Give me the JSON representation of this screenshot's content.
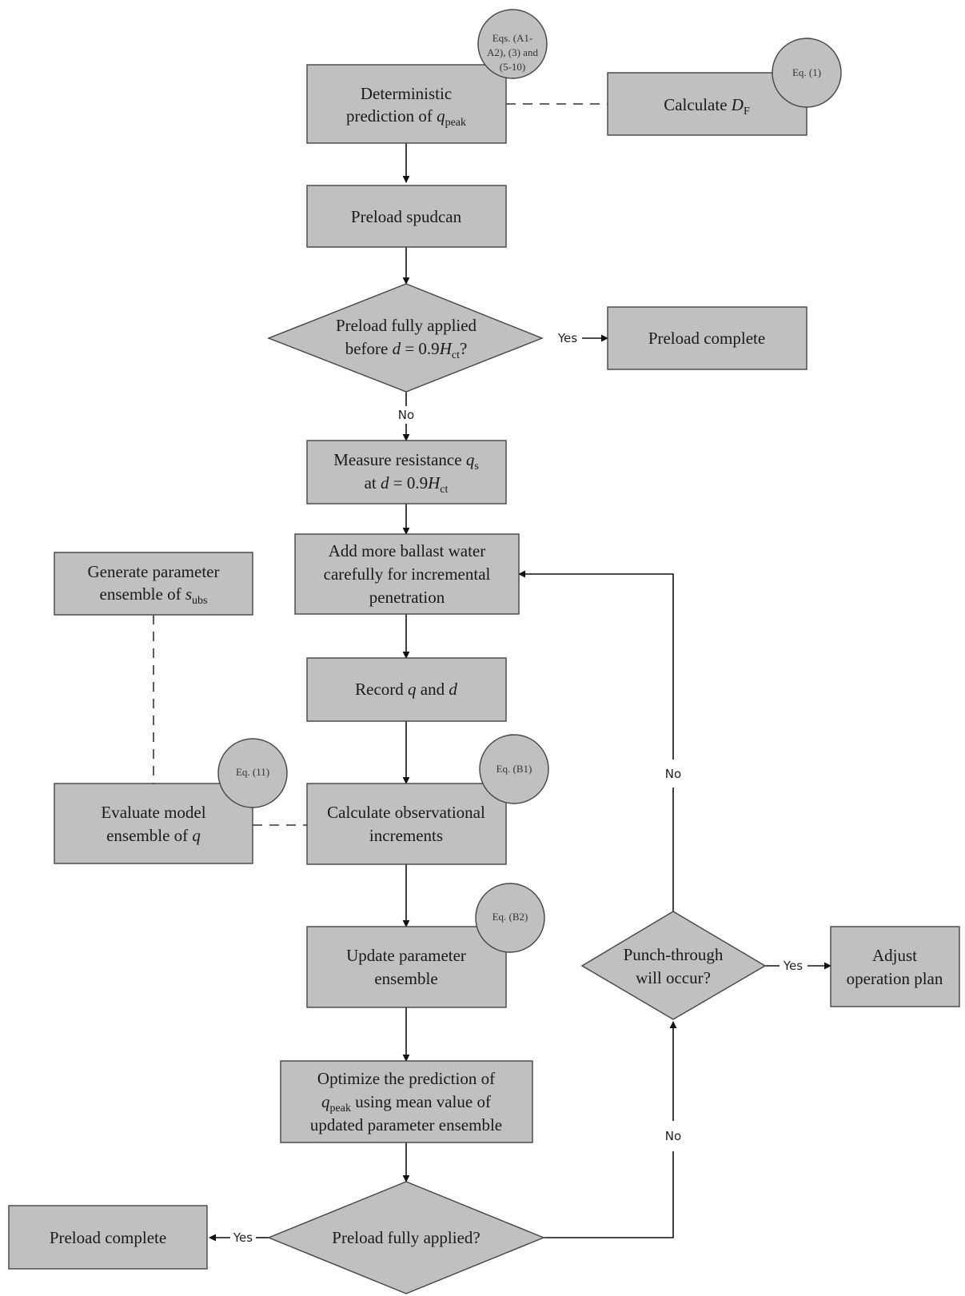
{
  "colors": {
    "box_fill": "#c0c0c0",
    "stroke": "#444444",
    "edge": "#111111",
    "text": "#1a1a1a"
  },
  "nodes": {
    "deterministic": {
      "line1": "Deterministic",
      "line2_a": "prediction of ",
      "line2_var": "q",
      "line2_sub": "peak"
    },
    "calc_df": {
      "text": "Calculate ",
      "var": "D",
      "sub": "F"
    },
    "preload_spudcan": {
      "text": "Preload spudcan"
    },
    "decision_top": {
      "line1": "Preload fully applied",
      "line2_a": "before ",
      "line2_var1": "d",
      "line2_b": " = 0.9",
      "line2_var2": "H",
      "line2_sub": "ct",
      "line2_c": "?"
    },
    "preload_complete_top": {
      "text": "Preload complete"
    },
    "measure": {
      "line1_a": "Measure resistance ",
      "line1_var": "q",
      "line1_sub": "s",
      "line2_a": "at ",
      "line2_var1": "d",
      "line2_b": " = 0.9",
      "line2_var2": "H",
      "line2_sub": "ct"
    },
    "ballast": {
      "line1": "Add more ballast water",
      "line2": "carefully for incremental",
      "line3": "penetration"
    },
    "generate": {
      "line1": "Generate parameter",
      "line2_a": "ensemble of ",
      "line2_var": "s",
      "line2_sub": "ubs"
    },
    "record": {
      "a": "Record ",
      "var1": "q",
      "b": " and ",
      "var2": "d"
    },
    "evaluate": {
      "line1": "Evaluate model",
      "line2_a": "ensemble of ",
      "line2_var": "q"
    },
    "calc_obs": {
      "line1": "Calculate observational",
      "line2": "increments"
    },
    "update": {
      "line1": "Update parameter",
      "line2": "ensemble"
    },
    "optimize": {
      "line1": "Optimize  the prediction of",
      "line2_var": "q",
      "line2_sub": "peak",
      "line2_b": " using mean value of",
      "line3": "updated parameter ensemble"
    },
    "decision_bottom": {
      "text": "Preload fully applied?"
    },
    "preload_complete_bottom": {
      "text": "Preload complete"
    },
    "punch": {
      "line1": "Punch-through",
      "line2": "will occur?"
    },
    "adjust": {
      "line1": "Adjust",
      "line2": "operation plan"
    }
  },
  "equations": {
    "eq_a": [
      "Eqs. (A1-",
      "A2), (3) and",
      "(5-10)"
    ],
    "eq_1": "Eq. (1)",
    "eq_11": "Eq. (11)",
    "eq_b1": "Eq. (B1)",
    "eq_b2": "Eq. (B2)"
  },
  "edge_labels": {
    "yes_top": "Yes",
    "no_top": "No",
    "yes_punch": "Yes",
    "no_loop": "No",
    "no_bottom": "No",
    "yes_bottom": "Yes"
  }
}
